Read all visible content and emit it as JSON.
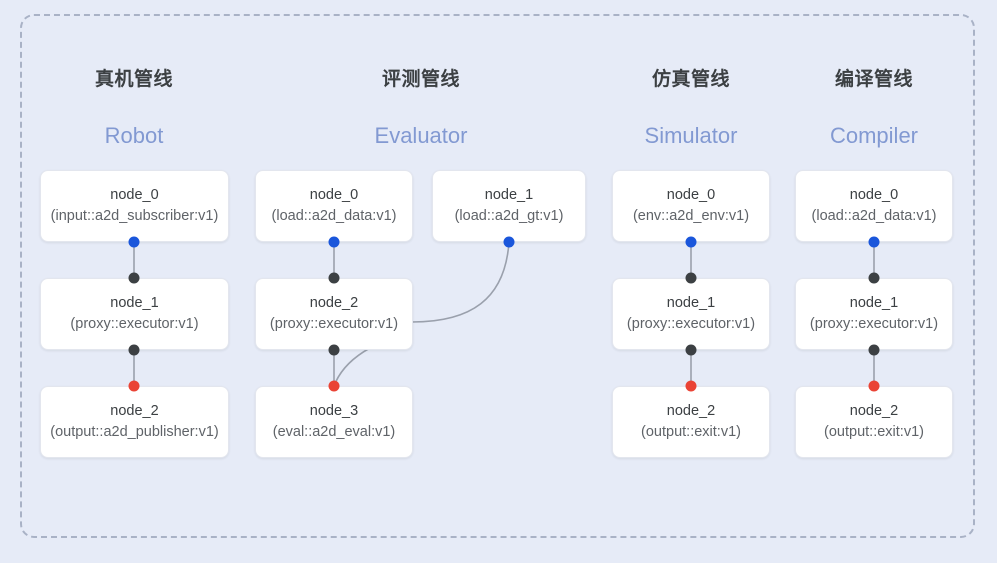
{
  "diagram": {
    "background_color": "#e6ebf7",
    "frame_border_color": "#a9b2c6",
    "port_colors": {
      "input": "#1a56db",
      "proxy": "#3c4043",
      "output": "#ea4335"
    },
    "edge_color": "#9aa0ac"
  },
  "columns": [
    {
      "title_cn": "真机管线",
      "title_en": "Robot",
      "nodes": [
        {
          "name": "node_0",
          "spec": "(input::a2d_subscriber:v1)"
        },
        {
          "name": "node_1",
          "spec": "(proxy::executor:v1)"
        },
        {
          "name": "node_2",
          "spec": "(output::a2d_publisher:v1)"
        }
      ]
    },
    {
      "title_cn": "评测管线",
      "title_en": "Evaluator",
      "nodes": [
        {
          "name": "node_0",
          "spec": "(load::a2d_data:v1)"
        },
        {
          "name": "node_1",
          "spec": "(load::a2d_gt:v1)"
        },
        {
          "name": "node_2",
          "spec": "(proxy::executor:v1)"
        },
        {
          "name": "node_3",
          "spec": "(eval::a2d_eval:v1)"
        }
      ]
    },
    {
      "title_cn": "仿真管线",
      "title_en": "Simulator",
      "nodes": [
        {
          "name": "node_0",
          "spec": "(env::a2d_env:v1)"
        },
        {
          "name": "node_1",
          "spec": "(proxy::executor:v1)"
        },
        {
          "name": "node_2",
          "spec": "(output::exit:v1)"
        }
      ]
    },
    {
      "title_cn": "编译管线",
      "title_en": "Compiler",
      "nodes": [
        {
          "name": "node_0",
          "spec": "(load::a2d_data:v1)"
        },
        {
          "name": "node_1",
          "spec": "(proxy::executor:v1)"
        },
        {
          "name": "node_2",
          "spec": "(output::exit:v1)"
        }
      ]
    }
  ]
}
